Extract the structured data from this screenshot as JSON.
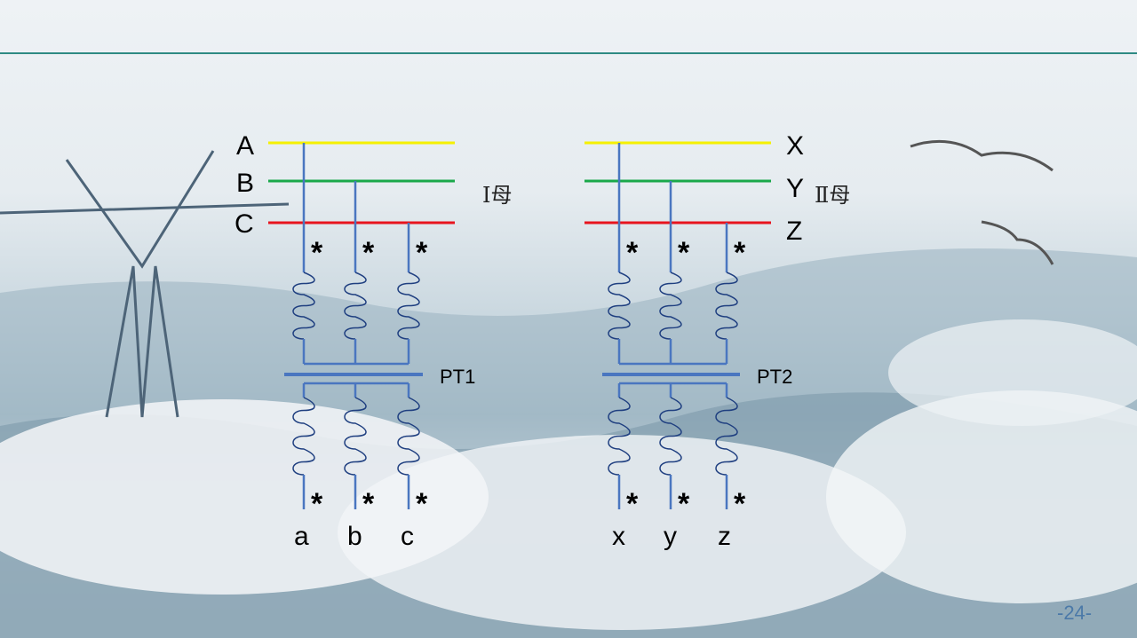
{
  "slide": {
    "page_number": "-24-"
  },
  "pt1": {
    "bus_labels": [
      "A",
      "B",
      "C"
    ],
    "bus_name": "Ⅰ母",
    "name": "PT1",
    "secondary_labels": [
      "a",
      "b",
      "c"
    ],
    "polarity_mark": "*"
  },
  "pt2": {
    "bus_labels": [
      "X",
      "Y",
      "Z"
    ],
    "bus_name": "Ⅱ母",
    "name": "PT2",
    "secondary_labels": [
      "x",
      "y",
      "z"
    ],
    "polarity_mark": "*"
  },
  "colors": {
    "phase_a": "#f5f000",
    "phase_b": "#1aa84a",
    "phase_c": "#e8141e",
    "winding": "#4a76c0",
    "accent": "#2f8a83"
  }
}
